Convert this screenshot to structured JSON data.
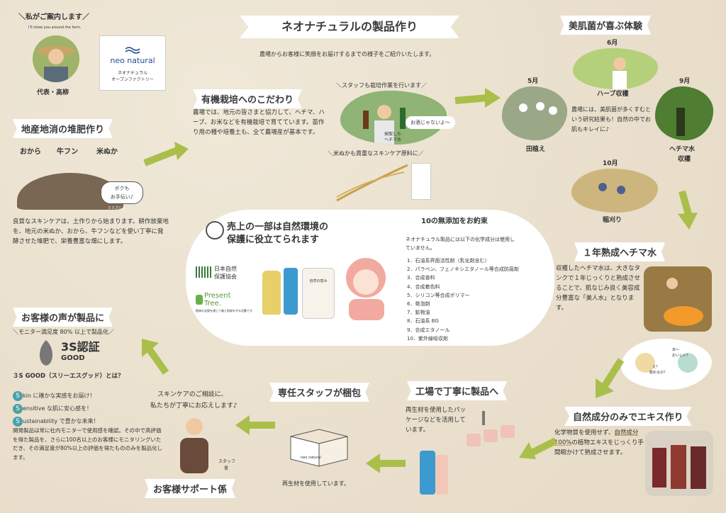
{
  "header": {
    "title": "ネオナチュラルの製品作り",
    "subtitle": "農場からお客様に笑顔をお届けするまでの様子をご紹介いたします。"
  },
  "guide": {
    "title": "＼私がご案内します／",
    "subtitle": "I'll show you around the farm.",
    "caption": "代表・高柳"
  },
  "brand": {
    "logo_text": "neo natural",
    "line1": "ネオナチュラル",
    "line2": "オーブンファクトリー"
  },
  "compost": {
    "heading": "地産地消の堆肥作り",
    "labels": [
      "おから",
      "牛フン",
      "米ぬか"
    ],
    "bubble_line1": "ボクも",
    "bubble_line2": "お手伝い♪",
    "worm": "ミミズくん",
    "body": "良質なスキンケアは、土作りから始まります。耕作放棄地を、地元の米ぬか、おから、牛フンなどを使い丁寧に発酵させた堆肥で、栄養豊富な畑にします。"
  },
  "organic": {
    "heading": "有機栽培へのこだわり",
    "body": "農場では、地元の皆さまと協力して、ヘチマ、ハーブ、お米などを有機栽培で育てています。苗作り用の種や培養土も、全て農場産が基本です。",
    "staff_note": "＼スタッフも栽培作業を行います／",
    "bubble": "お酒じゃないよ～",
    "bottle_label1": "採取した",
    "bottle_label2": "ヘチマ水",
    "rice_note": "＼米ぬかも貴重なスキンケア原料に／"
  },
  "experience": {
    "heading": "美肌菌が喜ぶ体験",
    "months": [
      {
        "month": "6月",
        "label": "ハーブ収穫"
      },
      {
        "month": "5月",
        "label": "田植え"
      },
      {
        "month": "9月",
        "label": "ヘチマ水"
      },
      {
        "month": "10月",
        "label": "稲刈り"
      }
    ],
    "herb_sub": "収穫",
    "center": "農場には、美肌菌が多くすむという研究結果も！自然の中でお肌もキレイに♪"
  },
  "center_panel": {
    "headline1": "売上の一部は自然環境の",
    "headline2": "保護に役立てられます",
    "org1": "日本自然",
    "org2": "保護協会",
    "tree1": "Present",
    "tree2": "Tree.",
    "tree_small": "植林の支援を通じて森と地球を守る活動です",
    "pouch_text": "自然の恵み",
    "additive_title": "10の無添加をお約束",
    "additive_intro": "ネオナチュラル製品には以下の化学成分は使用していません。",
    "additives": [
      "1．石油系界面活性剤（乳化剤含む）",
      "2．パラベン、フェノキシエタノール等合成防腐剤",
      "3．合成香料",
      "4．合成着色料",
      "5．シリコン等合成ポリマー",
      "6．発泡剤",
      "7．鉱物油",
      "8．石油系 BG",
      "9．合成エタノール",
      "10．紫外線吸収剤"
    ]
  },
  "aging": {
    "heading": "１年熟成ヘチマ水",
    "body": "収穫したヘチマ水は、大きなタンクで１年じっくりと熟成させることで、肌なじみ良く美容成分豊富な「美人水」となります。",
    "bubble1": "あ～",
    "bubble1b": "おいしい！",
    "bubble2": "え？",
    "bubble2b": "飲めるの？"
  },
  "extract": {
    "heading": "自然成分のみでエキス作り",
    "body_pre": "化学物質を使用せず、",
    "body_hl": "自然成分100%",
    "body_post": "の植物エキスをじっくり手間暇かけて熟成させます。"
  },
  "factory": {
    "heading": "工場で丁寧に製品へ",
    "body": "再生材を使用したパッケージなどを活用しています。"
  },
  "packing": {
    "heading": "専任スタッフが梱包",
    "caption": "再生材を使用しています。",
    "box_label": "neo natural"
  },
  "support": {
    "heading": "お客様サポート係",
    "speech1": "スキンケアのご相談に、",
    "speech2": "私たちが丁寧にお応えします♪",
    "staff1": "スタッフ",
    "staff2": "晋"
  },
  "voice": {
    "heading": "お客様の声が製品に",
    "note": "＼モニター満足度 80% 以上で製品化／",
    "badge_top": "3S認証",
    "badge_sub": "GOOD",
    "question": "３S GOOD（スリーエスグッド）とは？",
    "items": [
      {
        "letter": "S",
        "text": "kin に確かな実感をお届け！"
      },
      {
        "letter": "S",
        "text": "ensitive な肌に安心感を！"
      },
      {
        "letter": "S",
        "text": "ustainability で豊かな未来！"
      }
    ],
    "body": "開発製品は常に社内モニターで使用感を確認。その中で高評価を得た製品を、さらに100名以上のお客様にモニタリングいただき、その満足度が80%以上の評価を得たもののみを製品化します。"
  },
  "colors": {
    "accent": "#a9bf4a",
    "banner": "#ffffff",
    "s_circle": "#4aa0a8"
  }
}
